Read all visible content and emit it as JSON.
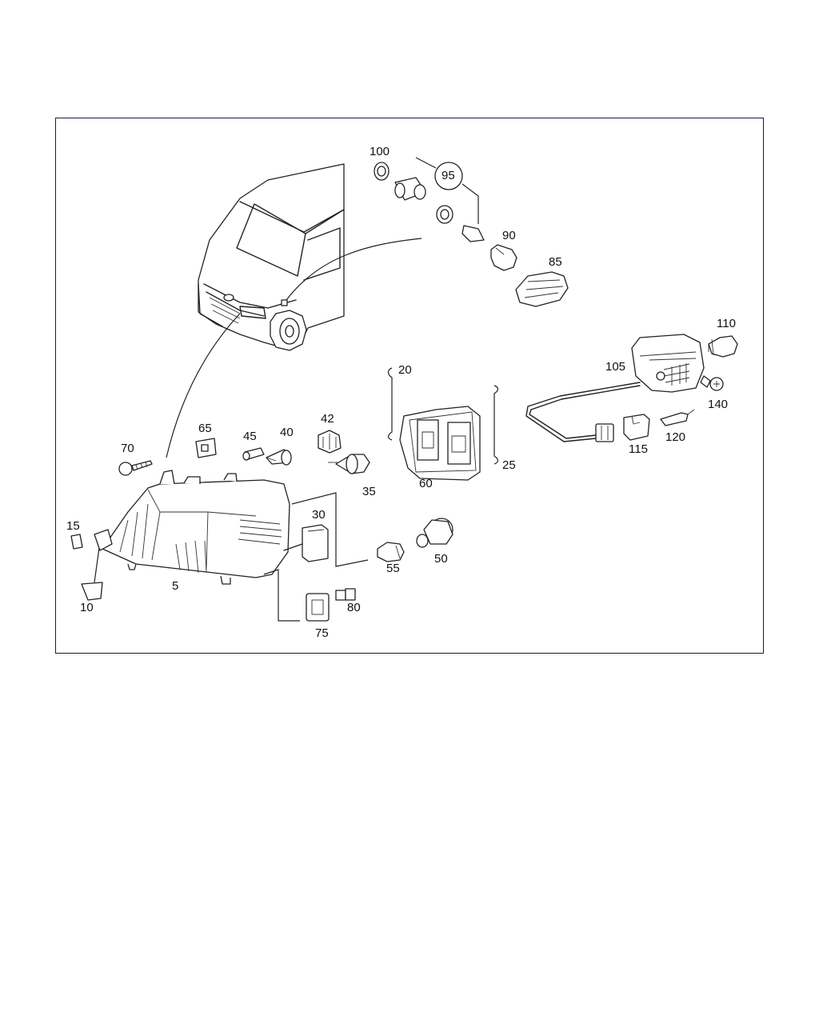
{
  "diagram": {
    "labels": {
      "p100": "100",
      "p95": "95",
      "p90": "90",
      "p85": "85",
      "p110": "110",
      "p105": "105",
      "p140": "140",
      "p120": "120",
      "p115": "115",
      "p20": "20",
      "p25": "25",
      "p60": "60",
      "p65": "65",
      "p70": "70",
      "p45": "45",
      "p40": "40",
      "p42": "42",
      "p35": "35",
      "p30": "30",
      "p15": "15",
      "p10": "10",
      "p5": "5",
      "p55": "55",
      "p50": "50",
      "p80": "80",
      "p75": "75"
    }
  }
}
